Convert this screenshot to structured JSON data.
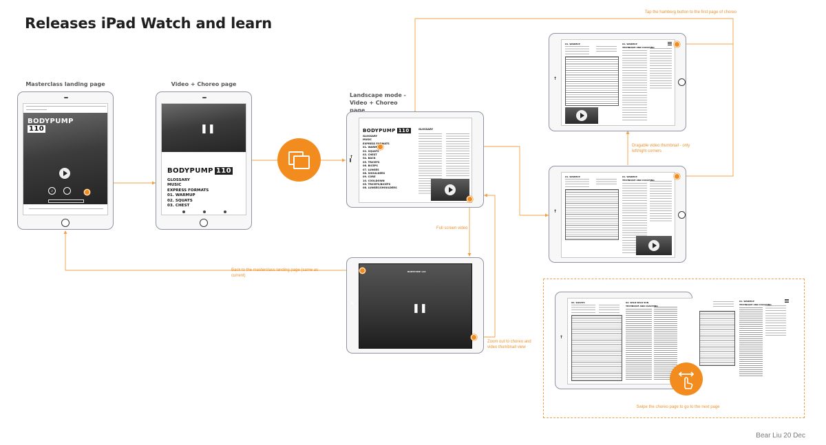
{
  "title": "Releases iPad Watch and learn",
  "author": "Bear Liu 20 Dec",
  "screens": {
    "landing": {
      "label": "Masterclass landing page",
      "brand": "BODYPUMP",
      "release": "110"
    },
    "video_choreo": {
      "label": "Video + Choreo page",
      "brand": "BODYPUMP",
      "release": "110",
      "menu": [
        "GLOSSARY",
        "MUSIC",
        "EXPRESS FORMATS",
        "01. WARMUP",
        "02. SQUATS",
        "03. CHEST"
      ]
    },
    "landscape": {
      "label": "Landscape mode - Video + Choreo page",
      "brand": "BODYPUMP",
      "release": "110",
      "menu": [
        "GLOSSARY",
        "MUSIC",
        "EXPRESS FORMATS",
        "01. WARMUP",
        "02. SQUATS",
        "03. CHEST",
        "04. BACK",
        "05. TRICEPS",
        "06. BICEPS",
        "07. LUNGES",
        "08. SHOULDERS",
        "09. CORE",
        "10. COOLDOWN",
        "05. TRICEPS/BICEPS",
        "08. LUNGES/SHOULDERS"
      ],
      "glossary_heading": "GLOSSARY"
    },
    "choreo_top": {
      "left_heading": "01. WARMUP",
      "right_heading": "01. WARMUP",
      "right_sub": "TECHNIQUE AND COACHING"
    },
    "choreo_mid": {
      "left_heading": "01. WARMUP",
      "right_heading": "01. WARMUP",
      "right_sub": "TECHNIQUE AND COACHING"
    },
    "swipe": {
      "left_heading": "02. SQUATS",
      "right_heading": "02. WILD WILD SUN",
      "right_sub": "TECHNIQUE AND COACHING",
      "far_heading": "01. WARMUP",
      "far_sub": "TECHNIQUE AND COACHING"
    },
    "fullscreen": {
      "header": "BODYPUMP 110"
    }
  },
  "notes": {
    "hamburger": "Tap the hamberg button to the first page of choreo",
    "draggable": "Dragable video thumbnail - only left/right corners",
    "fullscreen": "Full screen video",
    "back": "Back to the masterclass landing page (same as current)",
    "zoom_out": "Zoom out to choreo and video thumbnail view",
    "swipe": "Swipe the choreo page to go to the next page"
  },
  "colors": {
    "accent": "#f28c1e",
    "ipad_frame": "#8d93a3"
  },
  "icons": {
    "rotate": "rotate-screen-icon",
    "swipe": "swipe-horizontal-icon"
  }
}
